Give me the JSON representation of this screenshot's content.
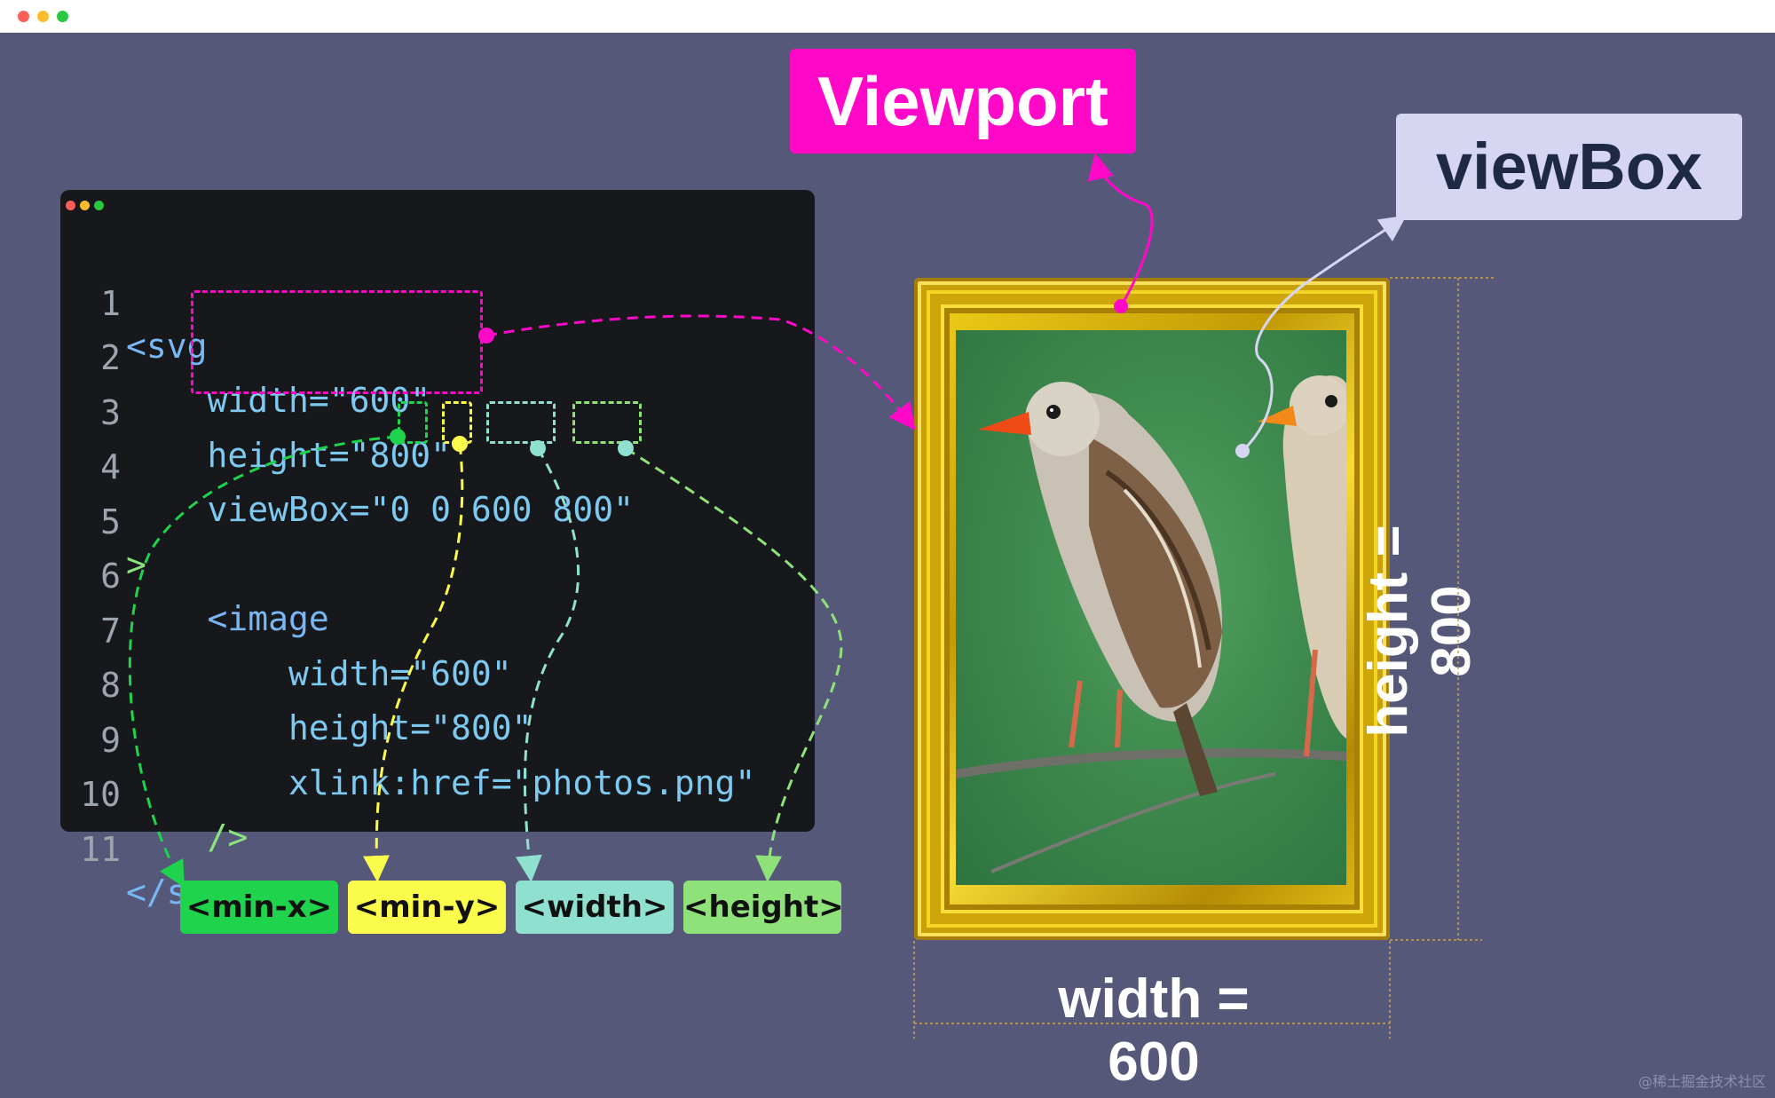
{
  "code": {
    "lines": [
      {
        "num": "1",
        "text": "<svg"
      },
      {
        "num": "2",
        "text": "    width=\"600\""
      },
      {
        "num": "3",
        "text": "    height=\"800\""
      },
      {
        "num": "4",
        "text": "    viewBox=\"0 0 600 800\""
      },
      {
        "num": "5",
        "text": ">"
      },
      {
        "num": "6",
        "text": "    <image"
      },
      {
        "num": "7",
        "text": "        width=\"600\""
      },
      {
        "num": "8",
        "text": "        height=\"800\""
      },
      {
        "num": "9",
        "text": "        xlink:href=\"photos.png\""
      },
      {
        "num": "10",
        "text": "    />"
      },
      {
        "num": "11",
        "text": "</svg>"
      }
    ]
  },
  "labels": {
    "min_x": "<min-x>",
    "min_y": "<min-y>",
    "width": "<width>",
    "height": "<height>"
  },
  "callouts": {
    "viewport": "Viewport",
    "viewbox": "viewBox"
  },
  "dimensions": {
    "width": "width = 600",
    "height": "height = 800"
  },
  "watermark": "@稀土掘金技术社区",
  "colors": {
    "background": "#56587a",
    "viewport": "#ff08c8",
    "viewbox": "#d7d6f2",
    "min_x": "#1fd34c",
    "min_y": "#fbfb4c",
    "width": "#8fe0cf",
    "height": "#8fe27a"
  }
}
